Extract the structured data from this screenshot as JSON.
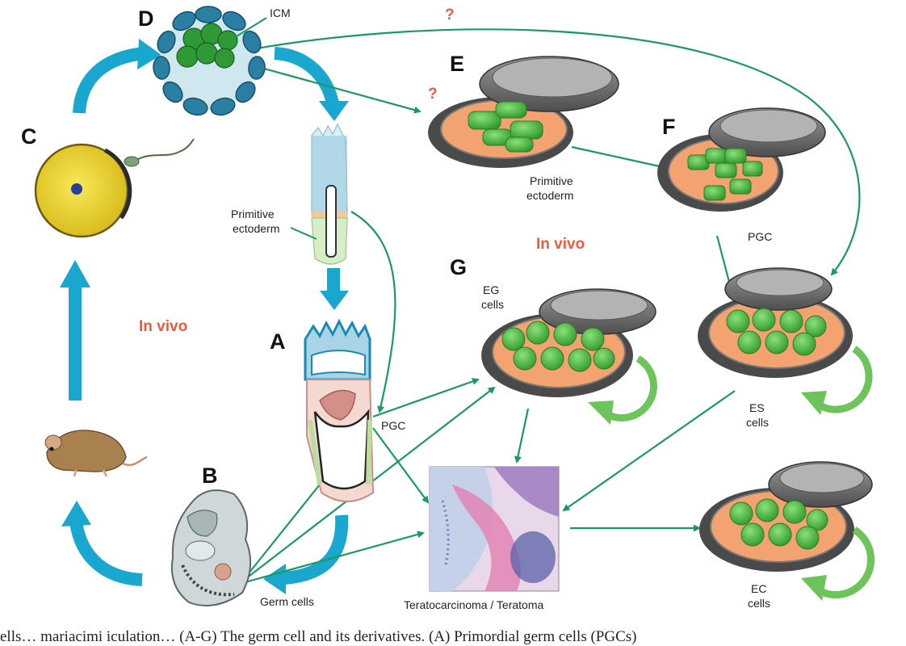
{
  "panels": {
    "a": "A",
    "b": "B",
    "c": "C",
    "d": "D",
    "e": "E",
    "f": "F",
    "g": "G"
  },
  "labels": {
    "icm": "ICM",
    "primitive_ectoderm_left_1": "Primitive",
    "primitive_ectoderm_left_2": "ectoderm",
    "primitive_ectoderm_dish_1": "Primitive",
    "primitive_ectoderm_dish_2": "ectoderm",
    "pgc_embryo": "PGC",
    "pgc_dish": "PGC",
    "germ_cells": "Germ cells",
    "eg_cells_1": "EG",
    "eg_cells_2": "cells",
    "es_cells_1": "ES",
    "es_cells_2": "cells",
    "ec_cells_1": "EC",
    "ec_cells_2": "cells",
    "teratoma": "Teratocarcinoma / Teratoma",
    "in_vivo_left": "In vivo",
    "in_vivo_center": "In vivo",
    "question_top": "?",
    "question_left": "?"
  },
  "caption": "ells… mariacimi iculation… (A-G) The germ cell and its derivatives. (A) Primordial germ cells (PGCs)",
  "colors": {
    "cycle_arrow": "#1aa7cf",
    "connector_arrow": "#1a9a63",
    "renewal_arrow": "#6cc45a",
    "dish_medium": "#f3a36f",
    "colony": "#49b83f",
    "egg": "#f0dc2e",
    "in_vivo_text": "#f05a3c"
  }
}
